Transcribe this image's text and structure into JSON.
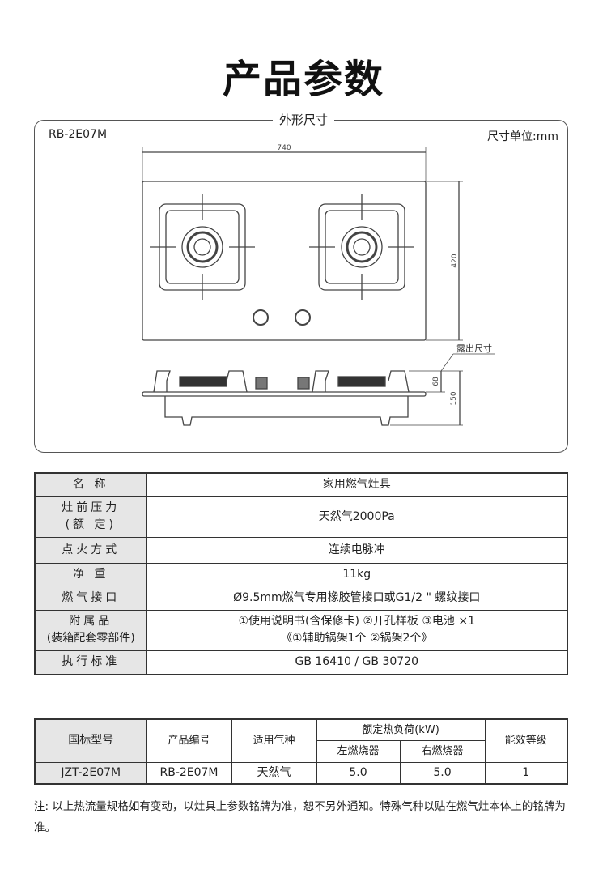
{
  "title": "产品参数",
  "diagram": {
    "legend": "外形尺寸",
    "model": "RB-2E07M",
    "unit": "尺寸单位:mm",
    "width": "740",
    "depth": "420",
    "exposed_label": "露出尺寸",
    "exposed": "68",
    "height": "150"
  },
  "spec": [
    {
      "k": "名 称",
      "v": "家用燃气灶具"
    },
    {
      "k": "灶前压力",
      "k2": "(额 定)",
      "v": "天然气2000Pa"
    },
    {
      "k": "点火方式",
      "v": "连续电脉冲"
    },
    {
      "k": "净 重",
      "v": "11kg"
    },
    {
      "k": "燃气接口",
      "v": "Ø9.5mm燃气专用橡胶管接口或G1/2 \" 螺纹接口"
    },
    {
      "k": "附属品",
      "k2": "(装箱配套零部件)",
      "v": "①使用说明书(含保修卡) ②开孔样板 ③电池 ×1",
      "v2": "《①辅助锅架1个 ②锅架2个》"
    },
    {
      "k": "执行标准",
      "v": "GB 16410 / GB 30720"
    }
  ],
  "table2": {
    "headers": {
      "std_model": "国标型号",
      "product_no": "产品编号",
      "gas": "适用气种",
      "heat": "额定热负荷(kW)",
      "left": "左燃烧器",
      "right": "右燃烧器",
      "grade": "能效等级"
    },
    "row": {
      "std_model": "JZT-2E07M",
      "product_no": "RB-2E07M",
      "gas": "天然气",
      "left": "5.0",
      "right": "5.0",
      "grade": "1"
    }
  },
  "note": "注: 以上热流量规格如有变动，以灶具上参数铭牌为准，恕不另外通知。特殊气种以贴在燃气灶本体上的铭牌为准。"
}
